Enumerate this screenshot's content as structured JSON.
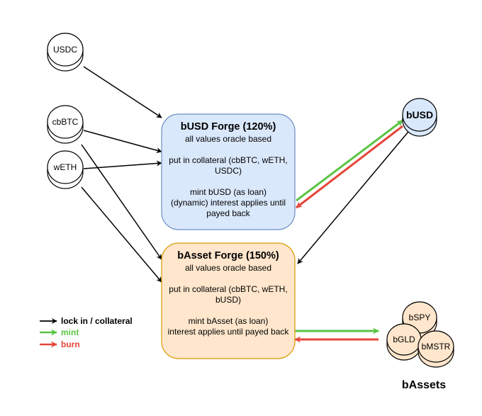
{
  "tokens": {
    "usdc": "USDC",
    "cbbtc": "cbBTC",
    "weth": "wETH",
    "busd": "bUSD",
    "bspy": "bSPY",
    "bgld": "bGLD",
    "bmstr": "bMSTR"
  },
  "busd_forge": {
    "title": "bUSD Forge (120%)",
    "lines": [
      "all values oracle based",
      "",
      "put in collateral (cbBTC, wETH,",
      "USDC)",
      "",
      "mint bUSD (as loan)",
      "(dynamic) interest applies until",
      "payed back"
    ],
    "fill": "#dae8fc",
    "stroke": "#6c8ebf"
  },
  "basset_forge": {
    "title": "bAsset Forge (150%)",
    "lines": [
      "all values oracle based",
      "",
      "put in collateral (cbBTC, wETH,",
      "bUSD)",
      "",
      "mint bAsset (as loan)",
      "interest applies until payed back"
    ],
    "fill": "#ffe6cc",
    "stroke": "#d79b00"
  },
  "bassets_label": "bAssets",
  "legend": [
    {
      "label": "lock in / collateral",
      "color": "#000000"
    },
    {
      "label": "mint",
      "color": "#5ac444"
    },
    {
      "label": "burn",
      "color": "#e5453a"
    }
  ],
  "colors": {
    "black": "#000000",
    "mint": "#5ac444",
    "burn": "#e5453a",
    "coin_white": "#ffffff",
    "coin_blue": "#dae8fc",
    "coin_orange": "#ffe6cc"
  }
}
